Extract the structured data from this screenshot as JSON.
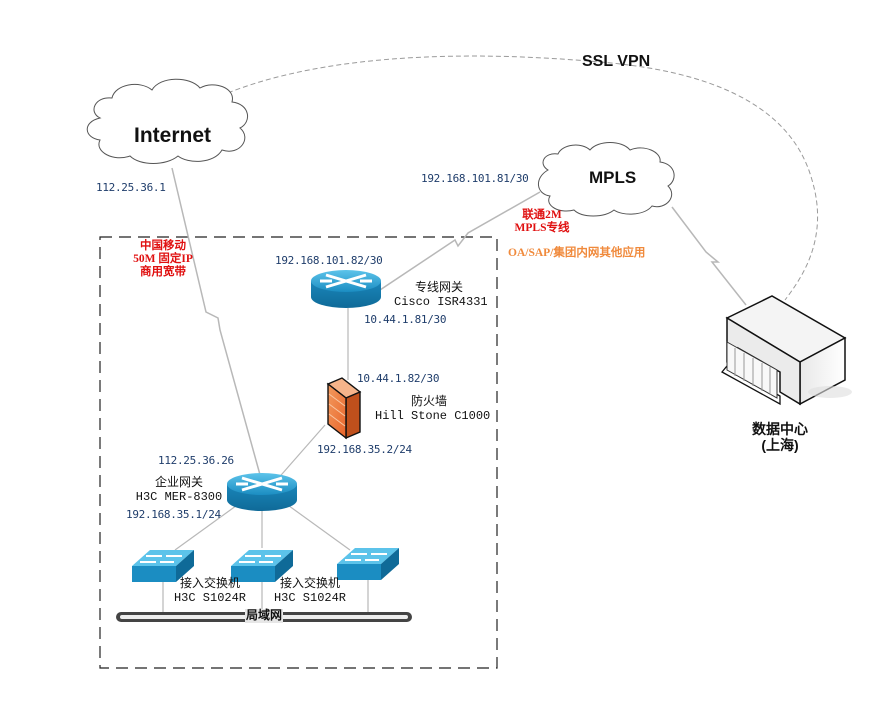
{
  "diagram": {
    "clouds": {
      "internet": {
        "label": "Internet"
      },
      "mpls": {
        "label": "MPLS"
      }
    },
    "vpn": {
      "label": "SSL VPN"
    },
    "internet_link": {
      "ip_internet_side": "112.25.36.1",
      "ip_gateway_side": "112.25.36.26",
      "provider_lines": [
        "中国移动",
        "50M 固定IP",
        "商用宽带"
      ]
    },
    "mpls_link": {
      "ip_mpls_side": "192.168.101.81/30",
      "ip_router_side": "192.168.101.82/30",
      "provider_lines": [
        "联通2M",
        "MPLS专线"
      ],
      "applications": "OA/SAP/集团内网其他应用"
    },
    "private_line_gateway": {
      "name": "专线网关",
      "model": "Cisco ISR4331",
      "ip_inside": "10.44.1.81/30"
    },
    "firewall": {
      "name": "防火墙",
      "model": "Hill Stone C1000",
      "ip_outside": "10.44.1.82/30",
      "ip_inside": "192.168.35.2/24"
    },
    "enterprise_gateway": {
      "name": "企业网关",
      "model": "H3C MER-8300",
      "ip_lan": "192.168.35.1/24"
    },
    "access_switches": [
      {
        "name": "接入交换机",
        "model": "H3C S1024R"
      },
      {
        "name": "接入交换机",
        "model": "H3C S1024R"
      },
      {
        "name": "",
        "model": ""
      }
    ],
    "lan": {
      "label": "局域网"
    },
    "datacenter": {
      "name": "数据中心",
      "location": "(上海)"
    },
    "colors": {
      "ip_text": "#1f3d6b",
      "provider_red": "#e01010",
      "app_orange": "#f08a3c",
      "device_blue": "#1a8fc4",
      "firewall_orange": "#f07a3a",
      "link_gray": "#b8b8b8"
    }
  }
}
